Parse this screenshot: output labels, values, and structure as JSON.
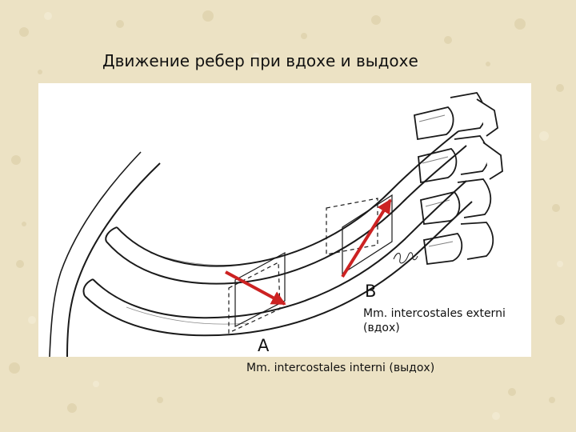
{
  "title": "Движение ребер при вдохе и выдохе",
  "labels": {
    "b_letter": "B",
    "b_muscle": "Mm. intercostales externi",
    "b_action": "(вдох)",
    "a_letter": "A",
    "a_caption": "Mm. intercostales interni (выдох)"
  },
  "colors": {
    "background": "#ece2c4",
    "panel": "#ffffff",
    "arrow": "#cc2222",
    "outline": "#1a1a1a"
  }
}
